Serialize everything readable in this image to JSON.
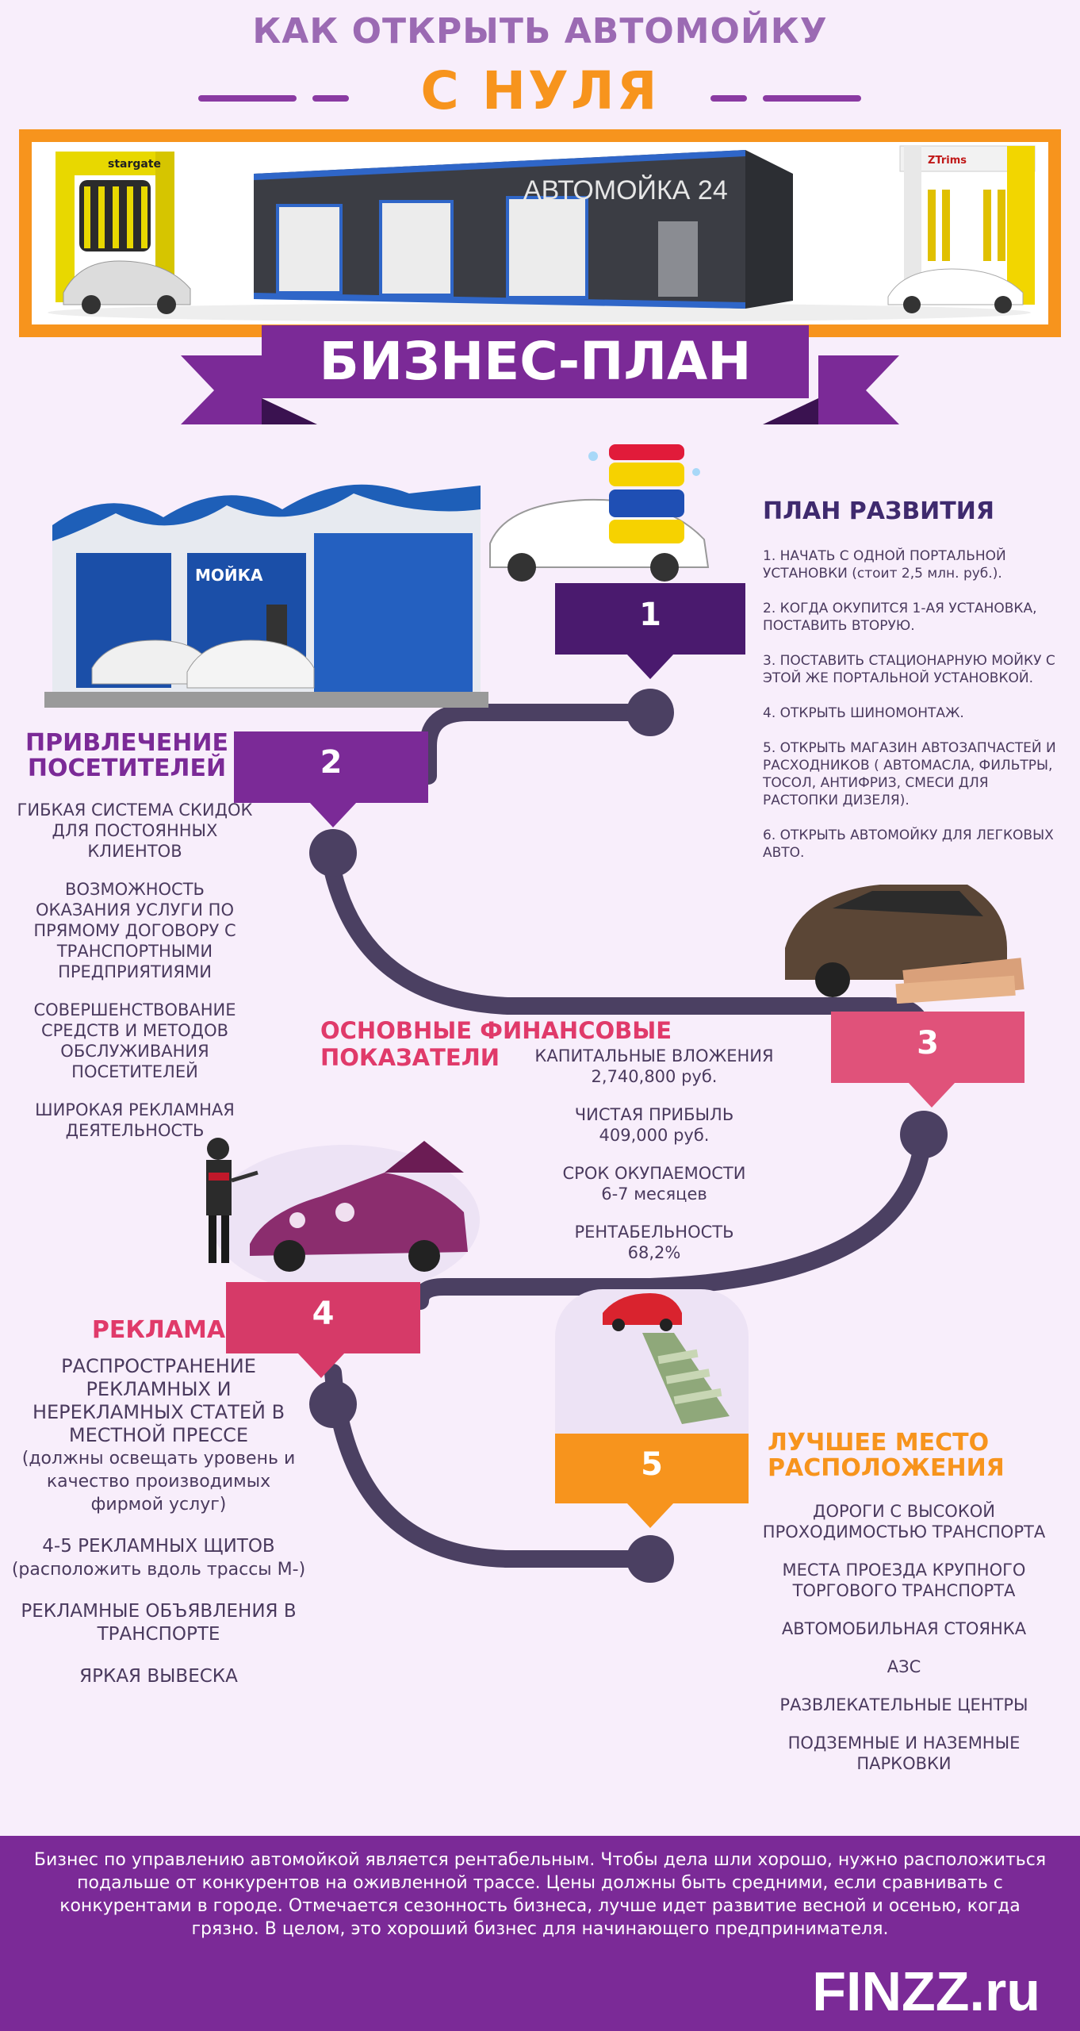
{
  "header": {
    "title_line1": "КАК ОТКРЫТЬ АВТОМОЙКУ",
    "title_line2": "С НУЛЯ"
  },
  "hero": {
    "building_sign": "АВТОМОЙКА 24",
    "left_machine_brand": "stargate",
    "right_machine_brand": "ZTrims"
  },
  "ribbon": {
    "label": "БИЗНЕС-ПЛАН"
  },
  "section1": {
    "number": "1",
    "title": "ПЛАН РАЗВИТИЯ",
    "items": [
      "1. НАЧАТЬ С ОДНОЙ ПОРТАЛЬНОЙ УСТАНОВКИ (стоит 2,5 млн. руб.).",
      "2. КОГДА ОКУПИТСЯ 1-АЯ УСТАНОВКА, ПОСТАВИТЬ ВТОРУЮ.",
      "3. ПОСТАВИТЬ СТАЦИОНАРНУЮ МОЙКУ С ЭТОЙ ЖЕ ПОРТАЛЬНОЙ УСТАНОВКОЙ.",
      "4. ОТКРЫТЬ ШИНОМОНТАЖ.",
      "5. ОТКРЫТЬ МАГАЗИН АВТОЗАПЧАСТЕЙ И РАСХОДНИКОВ ( АВТОМАСЛА, ФИЛЬТРЫ, ТОСОЛ, АНТИФРИЗ, СМЕСИ ДЛЯ РАСТОПКИ ДИЗЕЛЯ).",
      "6. ОТКРЫТЬ АВТОМОЙКУ ДЛЯ ЛЕГКОВЫХ АВТО."
    ]
  },
  "section2": {
    "number": "2",
    "title_line1": "ПРИВЛЕЧЕНИЕ",
    "title_line2": "ПОСЕТИТЕЛЕЙ",
    "image_sign": "МОЙКА",
    "items": [
      "ГИБКАЯ СИСТЕМА СКИДОК ДЛЯ ПОСТОЯННЫХ КЛИЕНТОВ",
      "ВОЗМОЖНОСТЬ ОКАЗАНИЯ УСЛУГИ ПО ПРЯМОМУ ДОГОВОРУ С ТРАНСПОРТНЫМИ ПРЕДПРИЯТИЯМИ",
      "СОВЕРШЕНСТВОВАНИЕ СРЕДСТВ И МЕТОДОВ ОБСЛУЖИВАНИЯ ПОСЕТИТЕЛЕЙ",
      "ШИРОКАЯ РЕКЛАМНАЯ ДЕЯТЕЛЬНОСТЬ"
    ]
  },
  "section3": {
    "number": "3",
    "title": "ОСНОВНЫЕ ФИНАНСОВЫЕ ПОКАЗАТЕЛИ",
    "items": [
      {
        "label": "КАПИТАЛЬНЫЕ ВЛОЖЕНИЯ",
        "value": "2,740,800 руб."
      },
      {
        "label": "ЧИСТАЯ ПРИБЫЛЬ",
        "value": "409,000 руб."
      },
      {
        "label": "СРОК ОКУПАЕМОСТИ",
        "value": "6-7 месяцев"
      },
      {
        "label": "РЕНТАБЕЛЬНОСТЬ",
        "value": "68,2%"
      }
    ]
  },
  "section4": {
    "number": "4",
    "title": "РЕКЛАМА",
    "items": [
      "РАСПРОСТРАНЕНИЕ РЕКЛАМНЫХ И НЕРЕКЛАМНЫХ СТАТЕЙ В МЕСТНОЙ ПРЕССЕ",
      "(должны освещать уровень и качество производимых фирмой услуг)",
      "4-5 РЕКЛАМНЫХ ЩИТОВ",
      "(расположить вдоль трассы М-)",
      "РЕКЛАМНЫЕ ОБЪЯВЛЕНИЯ В ТРАНСПОРТЕ",
      "ЯРКАЯ ВЫВЕСКА"
    ]
  },
  "section5": {
    "number": "5",
    "title_line1": "ЛУЧШЕЕ МЕСТО",
    "title_line2": "РАСПОЛОЖЕНИЯ",
    "items": [
      "ДОРОГИ С ВЫСОКОЙ ПРОХОДИМОСТЬЮ ТРАНСПОРТА",
      "МЕСТА ПРОЕЗДА КРУПНОГО ТОРГОВОГО ТРАНСПОРТА",
      "АВТОМОБИЛЬНАЯ СТОЯНКА",
      "АЗС",
      "РАЗВЛЕКАТЕЛЬНЫЕ ЦЕНТРЫ",
      "ПОДЗЕМНЫЕ И НАЗЕМНЫЕ ПАРКОВКИ"
    ]
  },
  "footer": {
    "text": "Бизнес по управлению автомойкой является рентабельным. Чтобы дела шли хорошо, нужно расположиться подальше от конкурентов на оживленной трассе. Цены должны быть средними, если сравнивать с конкурентами в городе. Отмечается сезонность бизнеса, лучше идет развитие весной и осенью, когда грязно. В целом, это хороший бизнес для начинающего предпринимателя.",
    "brand": "FINZZ.ru"
  },
  "colors": {
    "purple": "#7b2a97",
    "dark_purple": "#4a1a6e",
    "navy_path": "#4b4062",
    "orange": "#f7941d",
    "pink": "#e0527a",
    "background": "#f8eefb"
  }
}
